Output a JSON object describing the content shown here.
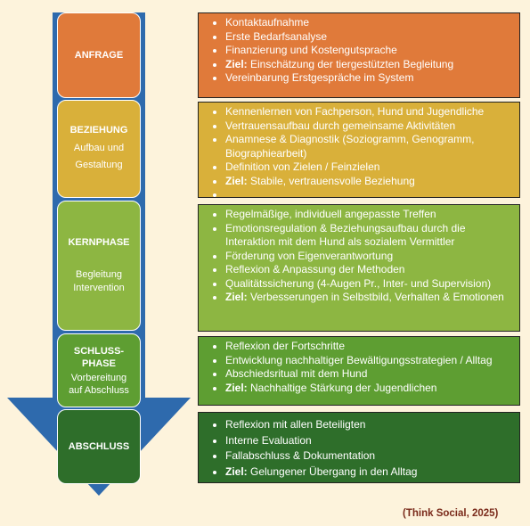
{
  "colors": {
    "arrow": "#2e6aad",
    "anfrage": "#e07a3a",
    "beziehung": "#d9b03a",
    "kernphase": "#8db642",
    "schlussphase": "#5e9e32",
    "abschluss": "#2e6e2a",
    "background": "#fdf3dc"
  },
  "stages": [
    {
      "title": "ANFRAGE",
      "sub": ""
    },
    {
      "title": "BEZIEHUNG",
      "sub": "Aufbau und Gestaltung"
    },
    {
      "title": "KERNPHASE",
      "sub": "Begleitung Intervention"
    },
    {
      "title": "SCHLUSS-PHASE",
      "sub": "Vorbereitung auf Abschluss"
    },
    {
      "title": "ABSCHLUSS",
      "sub": ""
    }
  ],
  "panels": [
    {
      "items": [
        {
          "bold": "",
          "text": "Kontaktaufnahme"
        },
        {
          "bold": "",
          "text": "Erste Bedarfsanalyse"
        },
        {
          "bold": "",
          "text": "Finanzierung und Kostengutsprache"
        },
        {
          "bold": "Ziel:",
          "text": " Einschätzung der tiergestützten Begleitung"
        },
        {
          "bold": "",
          "text": "Vereinbarung Erstgespräche im System"
        }
      ]
    },
    {
      "items": [
        {
          "bold": "",
          "text": "Kennenlernen von Fachperson, Hund und Jugendliche"
        },
        {
          "bold": "",
          "text": "Vertrauensaufbau durch gemeinsame Aktivitäten"
        },
        {
          "bold": "",
          "text": "Anamnese & Diagnostik (Soziogramm, Genogramm, Biographiearbeit)"
        },
        {
          "bold": "",
          "text": "Definition von Zielen / Feinzielen"
        },
        {
          "bold": "Ziel:",
          "text": " Stabile, vertrauensvolle Beziehung"
        }
      ]
    },
    {
      "items": [
        {
          "bold": "",
          "text": "Regelmäßige, individuell angepasste Treffen"
        },
        {
          "bold": "",
          "text": "Emotionsregulation & Beziehungsaufbau durch die Interaktion mit dem Hund als sozialem Vermittler"
        },
        {
          "bold": "",
          "text": "Förderung von Eigenverantwortung"
        },
        {
          "bold": "",
          "text": "Reflexion & Anpassung der Methoden"
        },
        {
          "bold": "",
          "text": "Qualitätssicherung (4-Augen Pr., Inter- und Supervision)"
        },
        {
          "bold": "Ziel:",
          "text": " Verbesserungen in Selbstbild, Verhalten & Emotionen"
        }
      ]
    },
    {
      "items": [
        {
          "bold": "",
          "text": "Reflexion der Fortschritte"
        },
        {
          "bold": "",
          "text": "Entwicklung nachhaltiger Bewältigungsstrategien / Alltag"
        },
        {
          "bold": "",
          "text": "Abschiedsritual mit dem Hund"
        },
        {
          "bold": "Ziel:",
          "text": " Nachhaltige Stärkung der Jugendlichen"
        }
      ]
    },
    {
      "items": [
        {
          "bold": "",
          "text": "Reflexion mit allen Beteiligten"
        },
        {
          "bold": "",
          "text": "Interne Evaluation"
        },
        {
          "bold": "",
          "text": "Fallabschluss & Dokumentation"
        },
        {
          "bold": "Ziel:",
          "text": " Gelungener Übergang in den Alltag"
        }
      ]
    }
  ],
  "credit": "(Think Social, 2025)"
}
